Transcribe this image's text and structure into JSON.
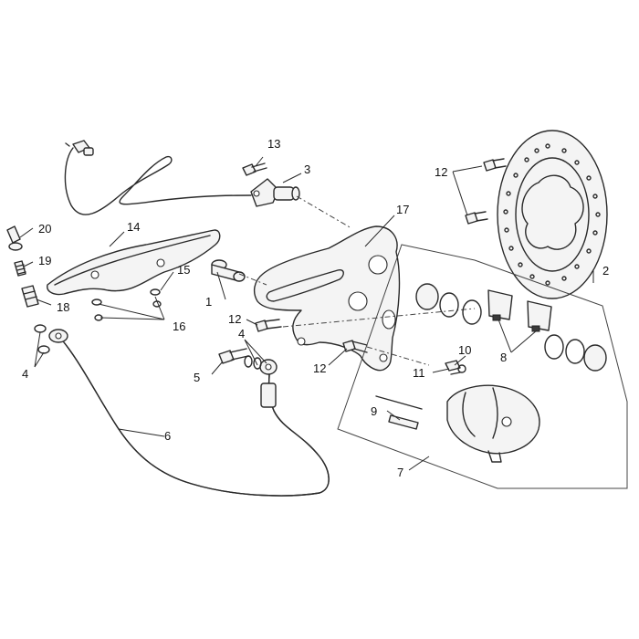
{
  "callouts": {
    "c1": "1",
    "c2": "2",
    "c3": "3",
    "c4a": "4",
    "c4b": "4",
    "c5": "5",
    "c6": "6",
    "c7": "7",
    "c8": "8",
    "c9": "9",
    "c10": "10",
    "c11": "11",
    "c12a": "12",
    "c12b": "12",
    "c12c": "12",
    "c13": "13",
    "c14": "14",
    "c15": "15",
    "c16": "16",
    "c17": "17",
    "c18": "18",
    "c19": "19",
    "c20": "20"
  },
  "colors": {
    "line": "#2a2a2a",
    "background": "#ffffff"
  }
}
